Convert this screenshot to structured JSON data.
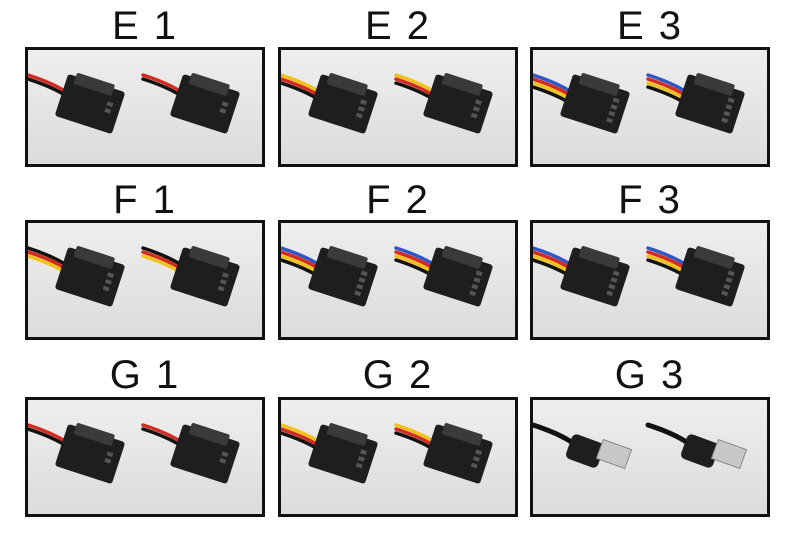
{
  "cells": [
    {
      "label": "E 1",
      "type": "sm2"
    },
    {
      "label": "E 2",
      "type": "sm3"
    },
    {
      "label": "E 3",
      "type": "sm4"
    },
    {
      "label": "F 1",
      "type": "dupont3"
    },
    {
      "label": "F 2",
      "type": "dupont4"
    },
    {
      "label": "F 3",
      "type": "dupont4b"
    },
    {
      "label": "G 1",
      "type": "jst2"
    },
    {
      "label": "G 2",
      "type": "jst3"
    },
    {
      "label": "G 3",
      "type": "usb"
    }
  ],
  "colors": {
    "connector": "#1e1e1e",
    "connector_light": "#3a3a3a",
    "wire_red": "#d42a1f",
    "wire_black": "#111111",
    "wire_yellow": "#f0c21a",
    "wire_blue": "#2f56c9",
    "usb_metal": "#c8c8c8"
  }
}
